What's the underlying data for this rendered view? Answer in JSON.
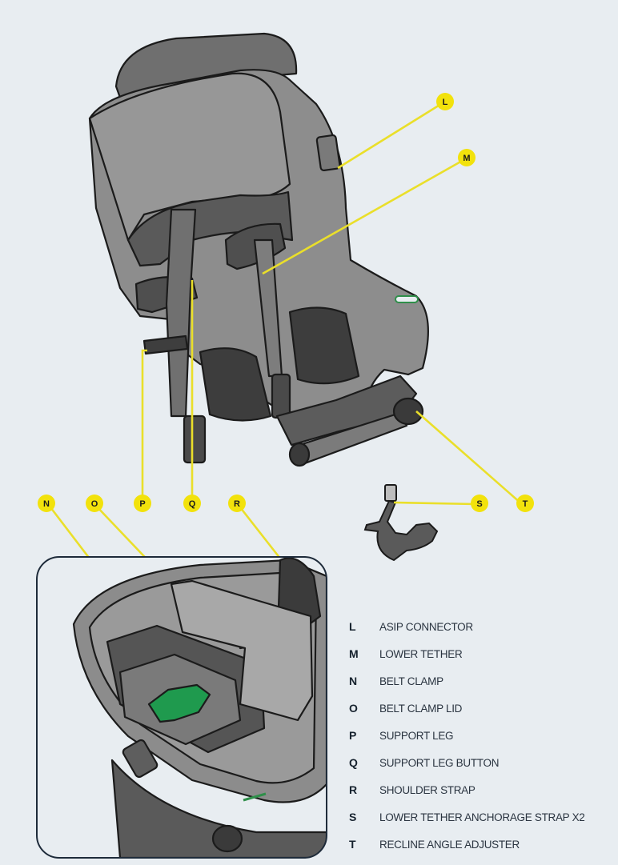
{
  "callouts": [
    {
      "key": "L",
      "label": "ASIP CONNECTOR"
    },
    {
      "key": "M",
      "label": "LOWER TETHER"
    },
    {
      "key": "N",
      "label": "BELT CLAMP"
    },
    {
      "key": "O",
      "label": "BELT CLAMP LID"
    },
    {
      "key": "P",
      "label": "SUPPORT LEG"
    },
    {
      "key": "Q",
      "label": "SUPPORT LEG BUTTON"
    },
    {
      "key": "R",
      "label": "SHOULDER STRAP"
    },
    {
      "key": "S",
      "label": "LOWER TETHER ANCHORAGE STRAP X2"
    },
    {
      "key": "T",
      "label": "RECLINE ANGLE ADJUSTER"
    }
  ],
  "colors": {
    "background": "#e8edf1",
    "callout_fill": "#f2e20c",
    "callout_line": "#eadf2a",
    "seat_shell": "#8d8d8d",
    "seat_dark": "#4a4a4a",
    "inset_border": "#1e2b3a",
    "clamp_green": "#1f9a4e",
    "indicator_green": "#2f8f4a"
  }
}
